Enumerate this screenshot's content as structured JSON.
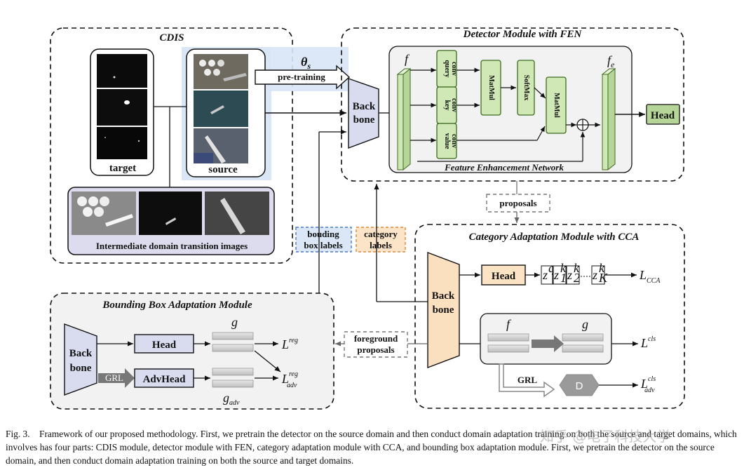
{
  "cdis": {
    "title": "CDIS",
    "target_label": "target",
    "source_label": "source",
    "intermediate_label": "Intermediate domain transition images"
  },
  "pretrain": {
    "theta": "θ",
    "theta_sub": "s",
    "label": "pre-training"
  },
  "detector": {
    "title": "Detector Module with FEN",
    "backbone": [
      "Back",
      "bone"
    ],
    "f": "f",
    "fe": "f",
    "fe_sub": "e",
    "query_conv": [
      "query",
      "conv"
    ],
    "key_conv": [
      "key",
      "conv"
    ],
    "value_conv": [
      "value",
      "conv"
    ],
    "matmul1": "MatMul",
    "softmax": "SoftMax",
    "matmul2": "MatMul",
    "fen_label": "Feature Enhancement Network",
    "head": "Head"
  },
  "proposals": "proposals",
  "bbox_labels": [
    "bouding",
    "box labels"
  ],
  "category_labels": [
    "category",
    "labels"
  ],
  "foreground_proposals": [
    "foreground",
    "proposals"
  ],
  "cca": {
    "title": "Category Adaptation Module with CCA",
    "backbone": [
      "Back",
      "bone"
    ],
    "head": "Head",
    "loss_cca": "L",
    "loss_cca_sub": "CCA",
    "f": "f",
    "g": "g",
    "loss_cls": "L",
    "loss_cls_sup": "cls",
    "grl": "GRL",
    "d": "D",
    "loss_adv": "L",
    "loss_adv_sup": "cls",
    "loss_adv_sub": "adv"
  },
  "bba": {
    "title": "Bounding Box Adaptation Module",
    "backbone": [
      "Back",
      "bone"
    ],
    "head": "Head",
    "advhead": "AdvHead",
    "grl": "GRL",
    "g": "g",
    "g_adv": "g",
    "g_adv_sub": "adv",
    "loss_reg": "L",
    "loss_reg_sup": "reg",
    "loss_adv": "L",
    "loss_adv_sup": "reg",
    "loss_adv_sub": "adv"
  },
  "caption": {
    "prefix": "Fig. 3.",
    "text": "Framework of our proposed methodology. First, we pretrain the detector on the source domain and then conduct domain adaptation training on both the source and target domains, which involves has four parts: CDIS module, detector module with FEN, category adaptation module with CCA, and bounding box adaptation module. First, we pretrain the detector on the source domain, and then conduct domain adaptation training on both the source and target domains."
  },
  "watermark": "知乎 @电子科技大学",
  "colors": {
    "green": "#cfe8b5",
    "green_border": "#3c6b1e",
    "backbone_blue": "#d9dcef",
    "backbone_orange": "#fbe0bf",
    "head_orange": "#fce3c3",
    "light_blue_bg": "#d8e6f6",
    "gray_bg": "#f2f2f2"
  }
}
